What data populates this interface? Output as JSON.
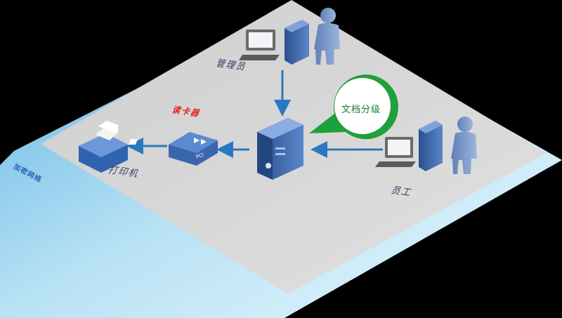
{
  "diagram": {
    "nodes": {
      "admin": {
        "label": "管理员"
      },
      "card_reader": {
        "label": "读卡器",
        "device_text": "PCI"
      },
      "printer": {
        "label": "打印机"
      },
      "server": {
        "label": ""
      },
      "employee": {
        "label": "员工"
      }
    },
    "callout": {
      "label": "文档分级"
    },
    "base_layer": {
      "label": "加密网络"
    },
    "edges": [
      {
        "from": "admin",
        "to": "server"
      },
      {
        "from": "employee",
        "to": "server"
      },
      {
        "from": "server",
        "to": "card_reader"
      },
      {
        "from": "card_reader",
        "to": "printer"
      }
    ],
    "colors": {
      "platform": "#d6d6d6",
      "base_layer": "#9fd2ec",
      "arrow": "#2a78bf",
      "callout": "#1ea03a",
      "reader_label": "#e02222",
      "device": "#3a66ad"
    }
  }
}
